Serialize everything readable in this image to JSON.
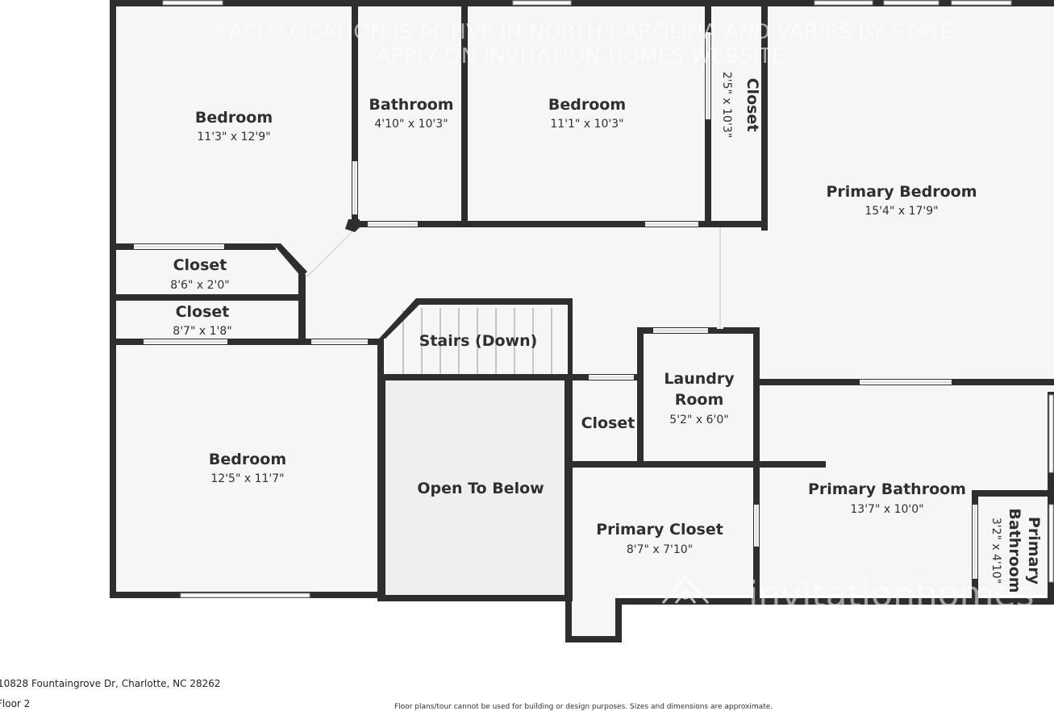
{
  "rooms": {
    "bedroom_nw": {
      "name": "Bedroom",
      "dims": "11'3\" x 12'9\""
    },
    "bathroom": {
      "name": "Bathroom",
      "dims": "4'10\" x 10'3\""
    },
    "bedroom_n": {
      "name": "Bedroom",
      "dims": "11'1\" x 10'3\""
    },
    "closet_n": {
      "name": "Closet",
      "dims": "2'5\" x 10'3\""
    },
    "primary_bedroom": {
      "name": "Primary Bedroom",
      "dims": "15'4\" x 17'9\""
    },
    "closet_a": {
      "name": "Closet",
      "dims": "8'6\" x 2'0\""
    },
    "closet_b": {
      "name": "Closet",
      "dims": "8'7\" x 1'8\""
    },
    "stairs": {
      "name": "Stairs (Down)"
    },
    "laundry": {
      "name_line1": "Laundry",
      "name_line2": "Room",
      "dims": "5'2\" x 6'0\""
    },
    "closet_c": {
      "name": "Closet"
    },
    "bedroom_sw": {
      "name": "Bedroom",
      "dims": "12'5\" x 11'7\""
    },
    "open_below": {
      "name": "Open To Below"
    },
    "primary_closet": {
      "name": "Primary Closet",
      "dims": "8'7\" x 7'10\""
    },
    "primary_bathroom": {
      "name": "Primary Bathroom",
      "dims": "13'7\" x 10'0\""
    },
    "primary_bathroom_small": {
      "name_line1": "Primary",
      "name_line2": "Bathroom",
      "dims": "3'2\" x 4'10\""
    }
  },
  "watermark": {
    "line1": "EACH LOCATION IS ACTIVE IN NORTH CAROLINA AND VARIES BY STATE",
    "line2": "APPLY ON INVITATION HOMES WEBSITE",
    "brand": "invitationhomes"
  },
  "footer": {
    "address": "10828 Fountaingrove Dr, Charlotte, NC 28262",
    "floor": "Floor 2",
    "disclaimer": "Floor plans/tour cannot be used for building or design purposes. Sizes and dimensions are approximate."
  },
  "colors": {
    "wall": "#2e2e2e",
    "floor": "#f6f6f6",
    "open_area": "#efefef",
    "window": "#ffffff"
  }
}
